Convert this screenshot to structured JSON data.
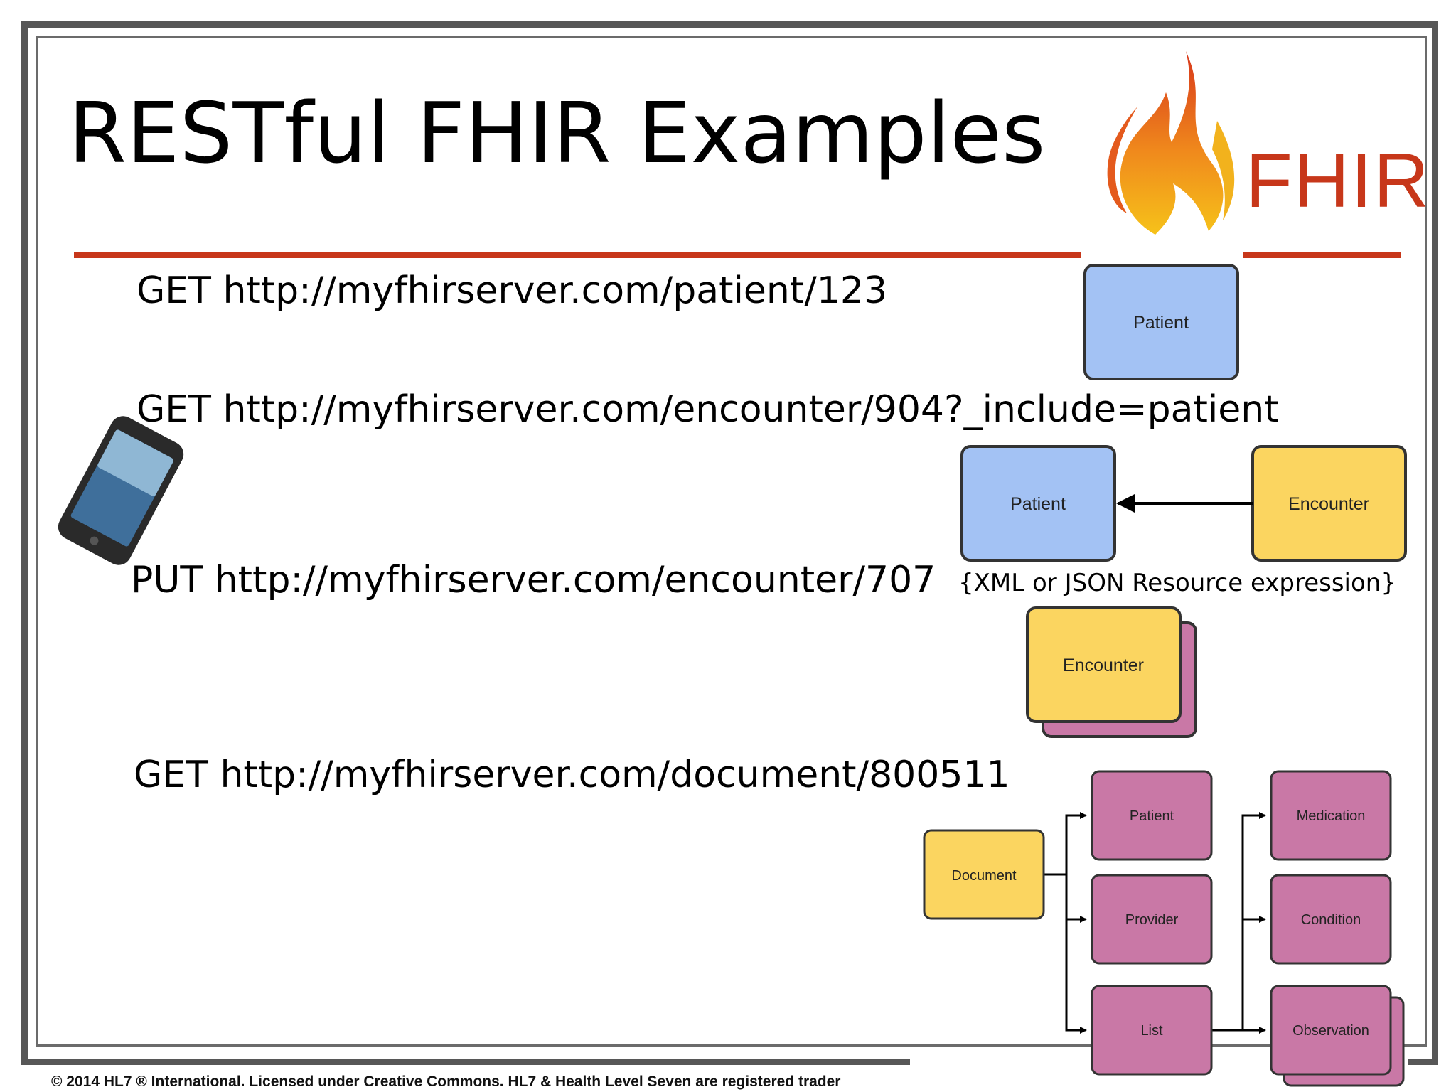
{
  "slide": {
    "title": "RESTful FHIR Examples",
    "logo_text": "FHIR",
    "requests": [
      "GET http://myfhirserver.com/patient/123",
      "GET http://myfhirserver.com/encounter/904?_include=patient",
      "PUT http://myfhirserver.com/encounter/707",
      "GET http://myfhirserver.com/document/800511"
    ],
    "resource_expression": "{XML or JSON Resource expression}",
    "footer": "© 2014 HL7 ® International. Licensed under Creative Commons. HL7 & Health Level Seven are registered trader"
  },
  "diagrams": {
    "example1": {
      "patient": "Patient"
    },
    "example2": {
      "patient": "Patient",
      "encounter": "Encounter"
    },
    "example3": {
      "encounter": "Encounter"
    },
    "example4": {
      "document": "Document",
      "patient": "Patient",
      "provider": "Provider",
      "list": "List",
      "medication": "Medication",
      "condition": "Condition",
      "observation": "Observation"
    }
  },
  "colors": {
    "title_rule": "#c7371a",
    "patient_blue": "#a3c2f4",
    "encounter_yellow": "#fbd560",
    "resource_pink": "#c978a6",
    "frame_gray": "#575757"
  },
  "icons": [
    "fhir-flame-icon",
    "smartphone-icon",
    "arrow-icon"
  ]
}
